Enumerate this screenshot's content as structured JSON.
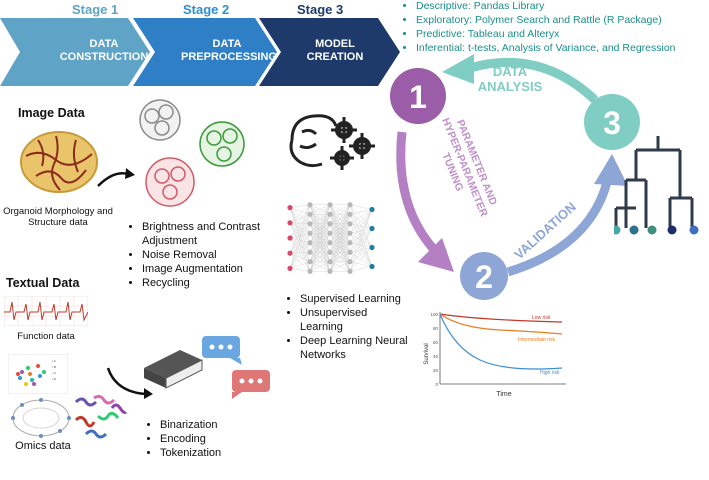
{
  "stages": [
    {
      "title": "Stage 1",
      "label": "DATA CONSTRUCTION",
      "color": "#5fa3c7",
      "title_color": "#5fa3c7"
    },
    {
      "title": "Stage 2",
      "label": "DATA PREPROCESSING",
      "color": "#2f7fc6",
      "title_color": "#2f8fd0"
    },
    {
      "title": "Stage 3",
      "label": "MODEL CREATION",
      "color": "#1d3a6b",
      "title_color": "#1d3a6b"
    }
  ],
  "analysis_types": [
    "Descriptive: Pandas Library",
    "Exploratory: Polymer Search and Rattle (R Package)",
    "Predictive: Tableau and Alteryx",
    "Inferential: t-tests, Analysis of Variance, and Regression"
  ],
  "image_data": {
    "title": "Image Data",
    "caption": "Organoid Morphology and Structure data",
    "steps": [
      "Brightness and Contrast Adjustment",
      "Noise Removal",
      "Image Augmentation",
      "Recycling"
    ]
  },
  "textual_data": {
    "title": "Textual Data",
    "function_caption": "Function data",
    "omics_caption": "Omics data",
    "steps": [
      "Binarization",
      "Encoding",
      "Tokenization"
    ]
  },
  "model_types": [
    "Supervised Learning",
    "Unsupervised Learning",
    "Deep Learning Neural Networks"
  ],
  "cycle": {
    "step1": "1",
    "step2": "2",
    "step3": "3",
    "analysis": "DATA ANALYSIS",
    "tuning": "PARAMETER AND HYPER-PARAMETER TUNING",
    "validation": "VALIDATION",
    "colors": {
      "c1": "#9b5ca8",
      "c2": "#8ea6d6",
      "c3": "#80cdc3"
    }
  },
  "survival_chart": {
    "ylabel": "Survival",
    "xlabel": "Time",
    "yticks": [
      "100",
      "80",
      "60",
      "40",
      "20",
      "0"
    ],
    "low": "Low risk",
    "intermediate": "Intermediate risk",
    "high": "High risk"
  }
}
